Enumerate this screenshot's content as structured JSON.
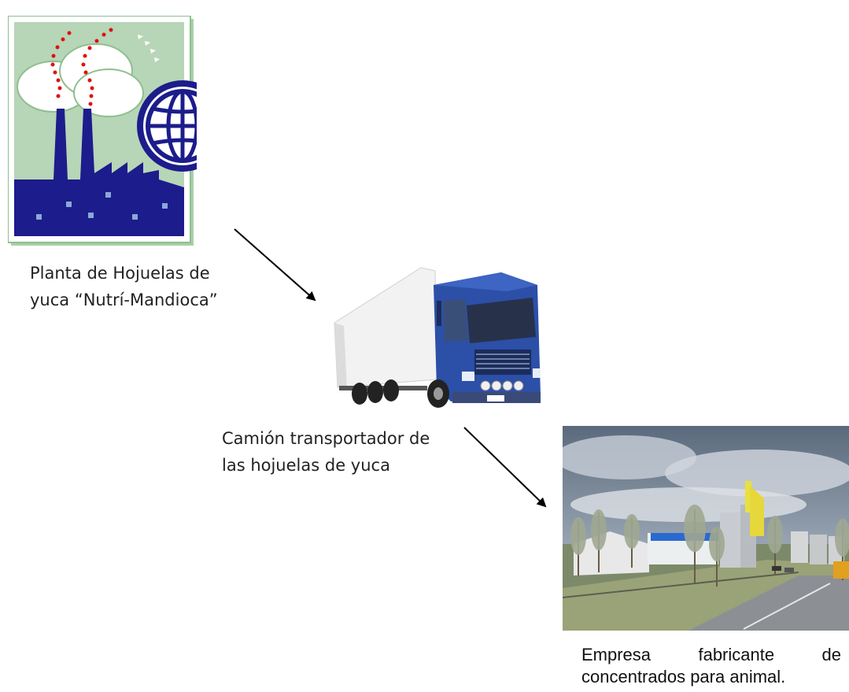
{
  "nodes": {
    "plant": {
      "caption_line1": "Planta de Hojuelas de",
      "caption_line2": "yuca “Nutrí-Mandioca”"
    },
    "truck": {
      "caption_line1": "Camión transportador de",
      "caption_line2": "las hojuelas de yuca"
    },
    "factory": {
      "caption_line1_words": [
        "Empresa",
        "fabricante",
        "de"
      ],
      "caption_line2": "concentrados para animal."
    }
  },
  "edges": [
    {
      "from": "plant",
      "to": "truck"
    },
    {
      "from": "truck",
      "to": "factory"
    }
  ]
}
